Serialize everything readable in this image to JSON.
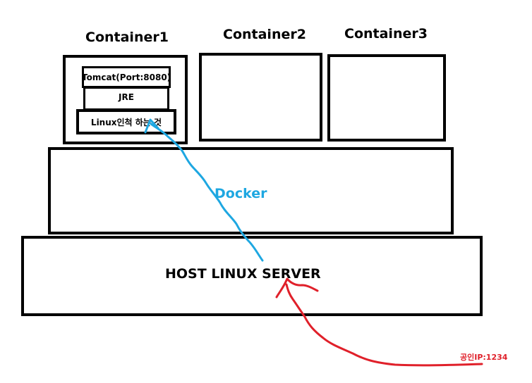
{
  "containers": [
    {
      "title": "Container1"
    },
    {
      "title": "Container2"
    },
    {
      "title": "Container3"
    }
  ],
  "container1_layers": {
    "tomcat": "Tomcat(Port:8080)",
    "jre": "JRE",
    "linux": "Linux인척 하는 것"
  },
  "docker_label": "Docker",
  "host_label": "HOST LINUX SERVER",
  "public_ip_label": "공인IP:1234",
  "colors": {
    "docker_arrow": "#1ea7e1",
    "public_ip_arrow": "#e0202a",
    "box_border": "#000000"
  }
}
